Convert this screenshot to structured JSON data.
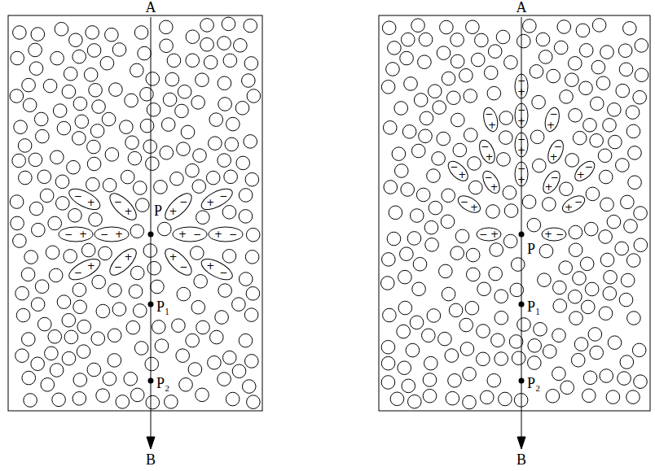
{
  "diagram": {
    "labels": [
      "A",
      "P",
      "P₁",
      "P₂",
      "B",
      "−",
      "+",
      "−",
      "+",
      "−",
      "+",
      "−",
      "+",
      "−",
      "+",
      "−",
      "+",
      "−",
      "+",
      "−",
      "+",
      "−",
      "+",
      "−",
      "+",
      "−",
      "+",
      "−",
      "+",
      "A",
      "P",
      "P₁",
      "P₂",
      "B",
      "−",
      "+",
      "−",
      "+",
      "−",
      "+",
      "−",
      "+",
      "−",
      "+",
      "−",
      "+",
      "−",
      "+",
      "−",
      "+",
      "−",
      "+",
      "−",
      "+",
      "−",
      "+",
      "−",
      "+",
      "−",
      "+",
      "−",
      "+",
      "−",
      "+",
      "−",
      "+"
    ]
  }
}
